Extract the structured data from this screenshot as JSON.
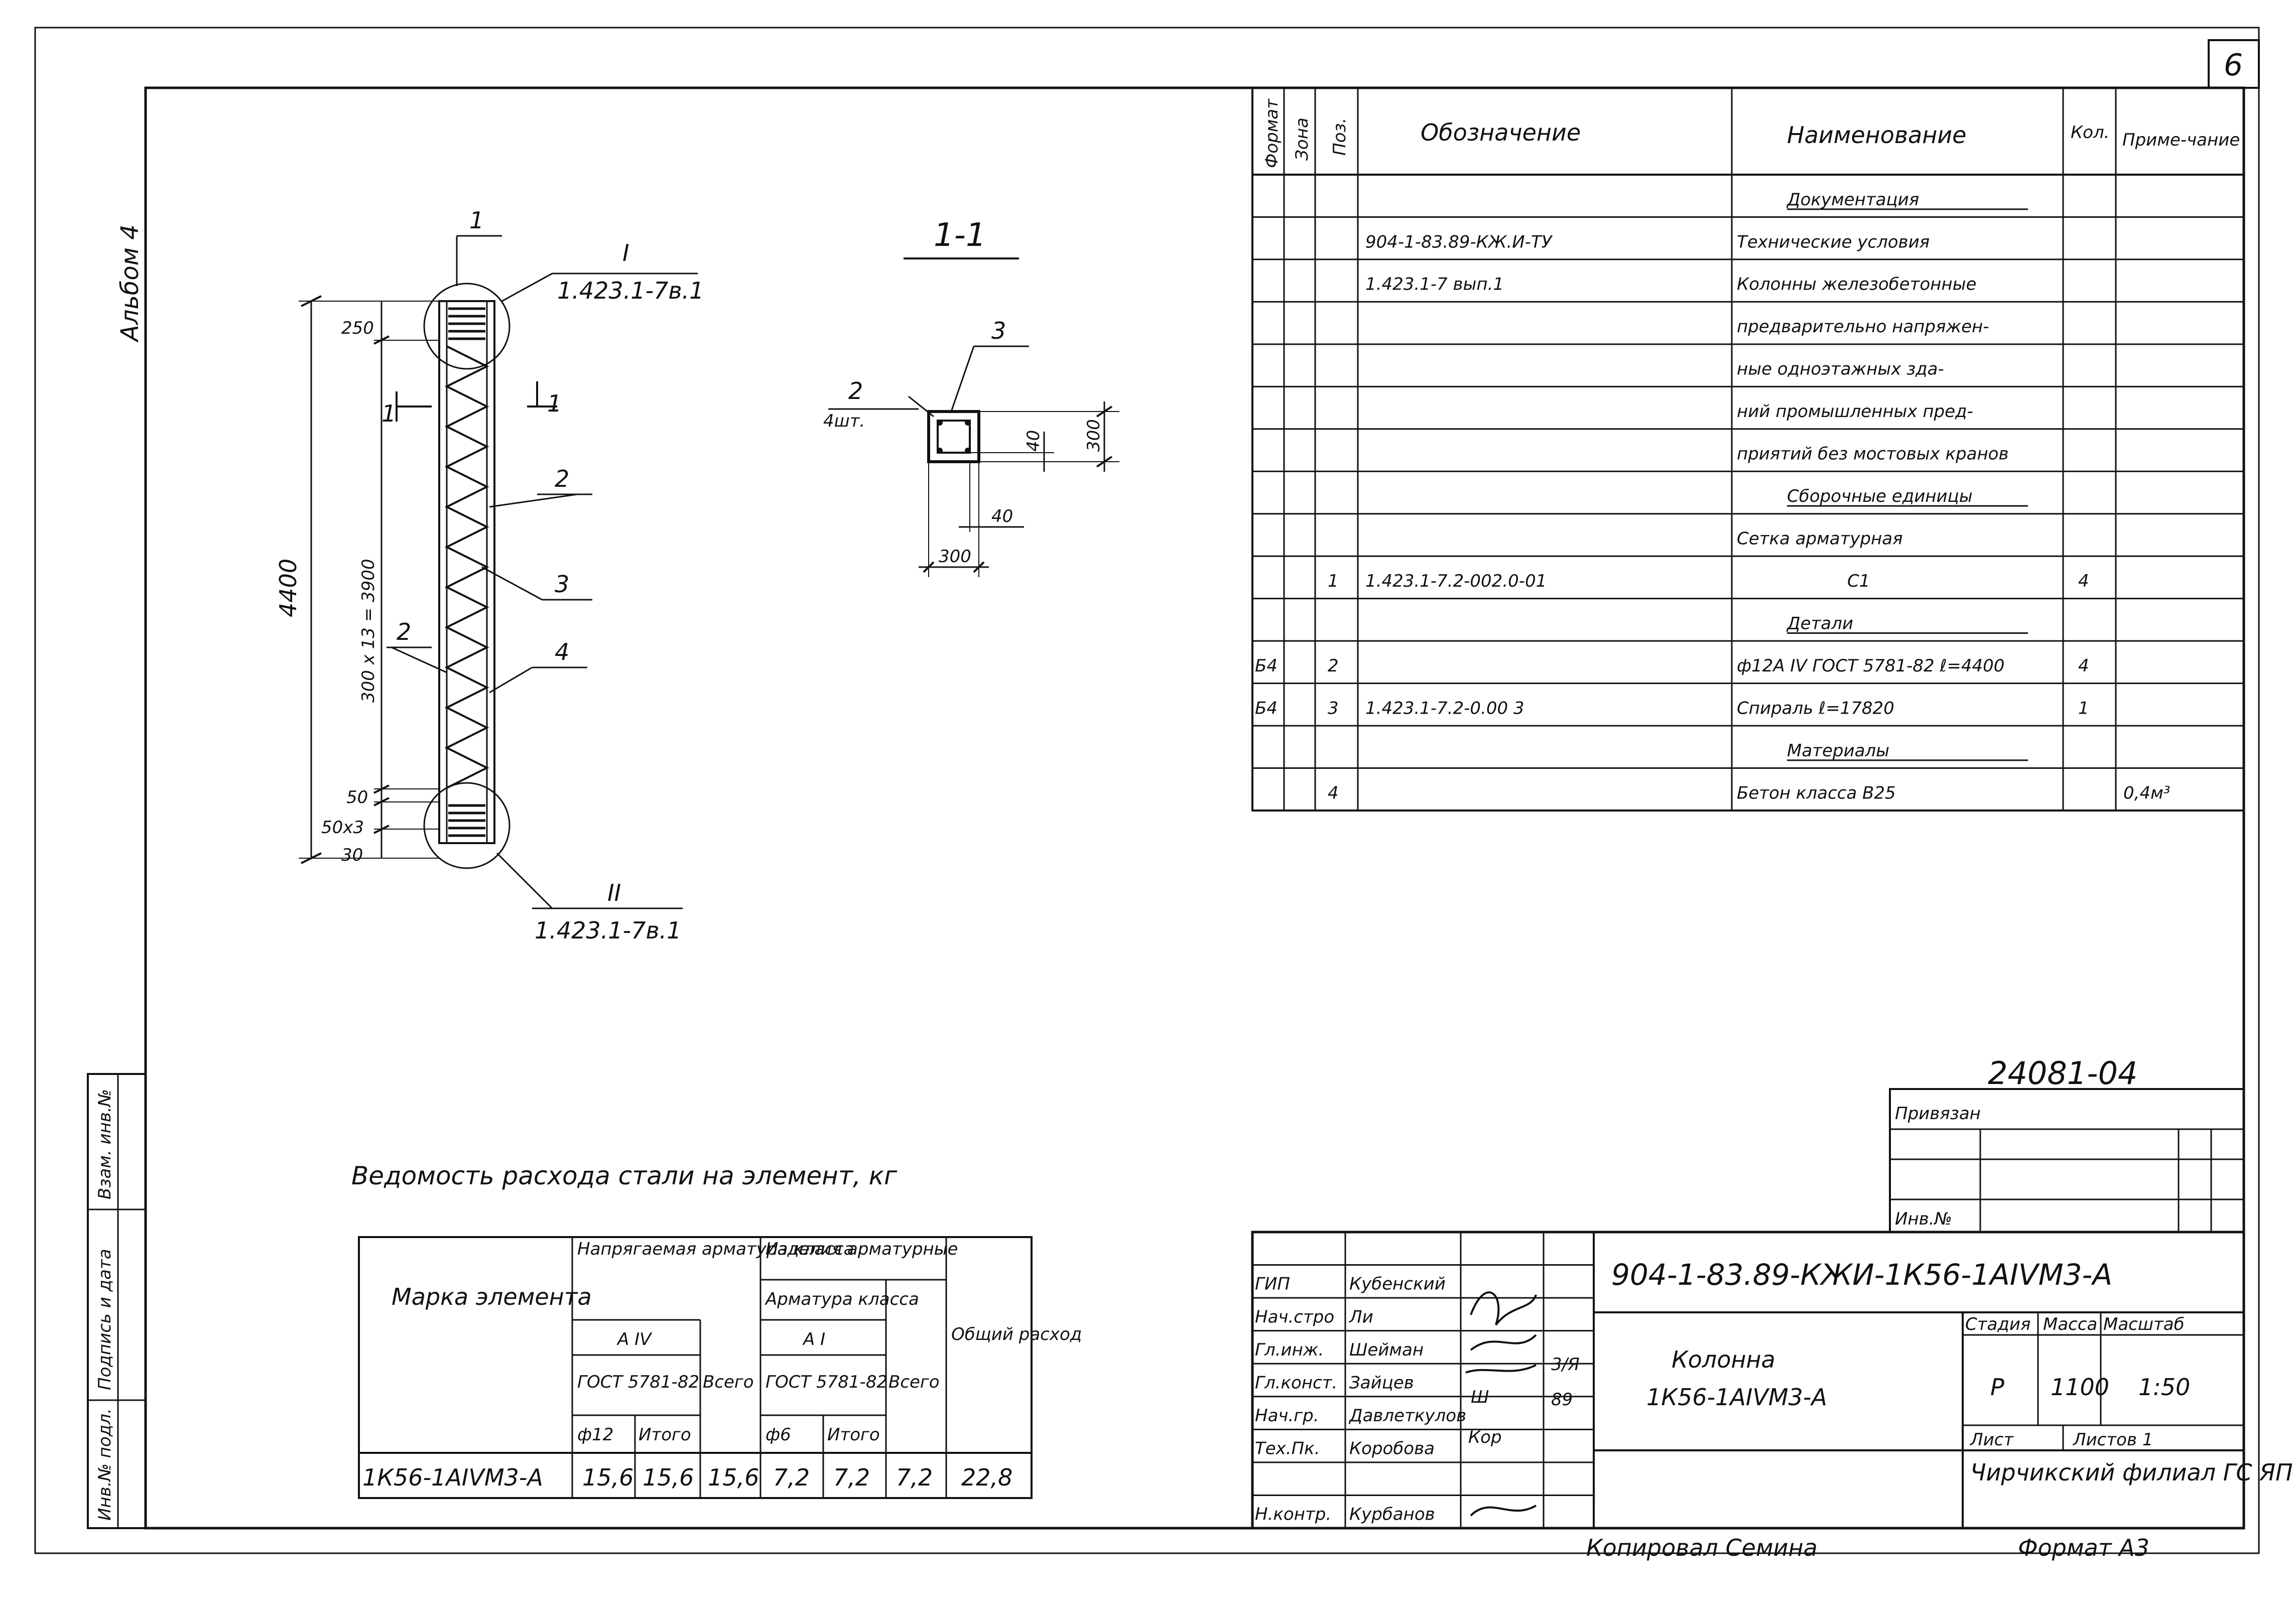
{
  "sheet_number": "6",
  "album_label": "Альбом 4",
  "drawing": {
    "callout_top": {
      "numeral": "I",
      "ref": "1.423.1-7в.1"
    },
    "callout_bottom": {
      "numeral": "II",
      "ref": "1.423.1-7в.1"
    },
    "section_mark": "1",
    "section_title": "1-1",
    "dims": {
      "total_height": "4400",
      "top": "250",
      "middle": "300 x 13 = 3900",
      "d50": "50",
      "d50x3": "50x3",
      "d30": "30"
    },
    "pos_labels": [
      "1",
      "2",
      "3",
      "4",
      "2"
    ],
    "section_labels": {
      "p2": "2",
      "p2_qty": "4шт.",
      "p3": "3",
      "d40a": "40",
      "d300v": "300",
      "d40b": "40",
      "d300h": "300"
    }
  },
  "spec": {
    "headers": {
      "format": "Формат",
      "zone": "Зона",
      "pos": "Поз.",
      "designation": "Обозначение",
      "name": "Наименование",
      "qty": "Кол.",
      "note": "Приме-чание"
    },
    "rows": [
      {
        "fmt": "",
        "pos": "",
        "des": "",
        "name": "Документация",
        "qty": "",
        "note": ""
      },
      {
        "fmt": "",
        "pos": "",
        "des": "904-1-83.89-КЖ.И-ТУ",
        "name": "Технические условия",
        "qty": "",
        "note": ""
      },
      {
        "fmt": "",
        "pos": "",
        "des": "1.423.1-7 вып.1",
        "name": "Колонны железобетонные",
        "qty": "",
        "note": ""
      },
      {
        "fmt": "",
        "pos": "",
        "des": "",
        "name": "предварительно напряжен-",
        "qty": "",
        "note": ""
      },
      {
        "fmt": "",
        "pos": "",
        "des": "",
        "name": "ные одноэтажных зда-",
        "qty": "",
        "note": ""
      },
      {
        "fmt": "",
        "pos": "",
        "des": "",
        "name": "ний промышленных пред-",
        "qty": "",
        "note": ""
      },
      {
        "fmt": "",
        "pos": "",
        "des": "",
        "name": "приятий без мостовых кранов",
        "qty": "",
        "note": ""
      },
      {
        "fmt": "",
        "pos": "",
        "des": "",
        "name": "Сборочные единицы",
        "qty": "",
        "note": ""
      },
      {
        "fmt": "",
        "pos": "",
        "des": "",
        "name": "Сетка арматурная",
        "qty": "",
        "note": ""
      },
      {
        "fmt": "",
        "pos": "1",
        "des": "1.423.1-7.2-002.0-01",
        "name": "С1",
        "qty": "4",
        "note": ""
      },
      {
        "fmt": "",
        "pos": "",
        "des": "",
        "name": "Детали",
        "qty": "",
        "note": ""
      },
      {
        "fmt": "Б4",
        "pos": "2",
        "des": "",
        "name": "ф12А IV ГОСТ 5781-82 ℓ=4400",
        "qty": "4",
        "note": ""
      },
      {
        "fmt": "Б4",
        "pos": "3",
        "des": "1.423.1-7.2-0.00 3",
        "name": "Спираль ℓ=17820",
        "qty": "1",
        "note": ""
      },
      {
        "fmt": "",
        "pos": "",
        "des": "",
        "name": "Материалы",
        "qty": "",
        "note": ""
      },
      {
        "fmt": "",
        "pos": "4",
        "des": "",
        "name": "Бетон класса В25",
        "qty": "",
        "note": "0,4м³"
      }
    ]
  },
  "steel": {
    "title": "Ведомость расхода стали на элемент, кг",
    "head": {
      "mark": "Марка элемента",
      "prestressed": "Напрягаемая арматура класса",
      "items": "Изделия арматурные",
      "items_sub": "Арматура класса",
      "a4": "А IV",
      "a1": "А I",
      "gost1": "ГОСТ 5781-82",
      "gost2": "ГОСТ 5781-82",
      "d12": "ф12",
      "itogo1": "Итого",
      "vsego1": "Всего",
      "d6": "ф6",
      "itogo2": "Итого",
      "vsego2": "Всего",
      "total": "Общий расход"
    },
    "row": [
      "1К56-1АIVМ3-А",
      "15,6",
      "15,6",
      "15,6",
      "7,2",
      "7,2",
      "7,2",
      "22,8"
    ]
  },
  "side_stamp": [
    "Инв.№ подл.",
    "Подпись и дата",
    "Взам. инв.№"
  ],
  "binding": {
    "code": "24081-04",
    "label": "Привязан",
    "inv": "Инв.№"
  },
  "title_block": {
    "code": "904-1-83.89-КЖИ-1К56-1АIVМ3-А",
    "staff": [
      {
        "role": "ГИП",
        "name": "Кубенский"
      },
      {
        "role": "Нач.стро",
        "name": "Ли"
      },
      {
        "role": "Гл.инж.",
        "name": "Шейман"
      },
      {
        "role": "Гл.конст.",
        "name": "Зайцев"
      },
      {
        "role": "Нач.гр.",
        "name": "Давлеткулов"
      },
      {
        "role": "Тех.Пк.",
        "name": "Коробова"
      },
      {
        "role": "",
        "name": ""
      },
      {
        "role": "Н.контр.",
        "name": "Курбанов"
      }
    ],
    "sig_marks": [
      "Кор",
      "Ш"
    ],
    "date_marks": [
      "3/Я",
      "89"
    ],
    "element_name": "Колонна",
    "element_mark": "1К56-1АIVМ3-А",
    "stage_head": "Стадия",
    "mass_head": "Масса",
    "scale_head": "Масштаб",
    "stage": "Р",
    "mass": "1100",
    "scale": "1:50",
    "sheet": "Лист",
    "sheets": "Листов 1",
    "org": "Чирчикский филиал ГС ЯП",
    "copied": "Копировал Семина",
    "format": "Формат А3"
  }
}
